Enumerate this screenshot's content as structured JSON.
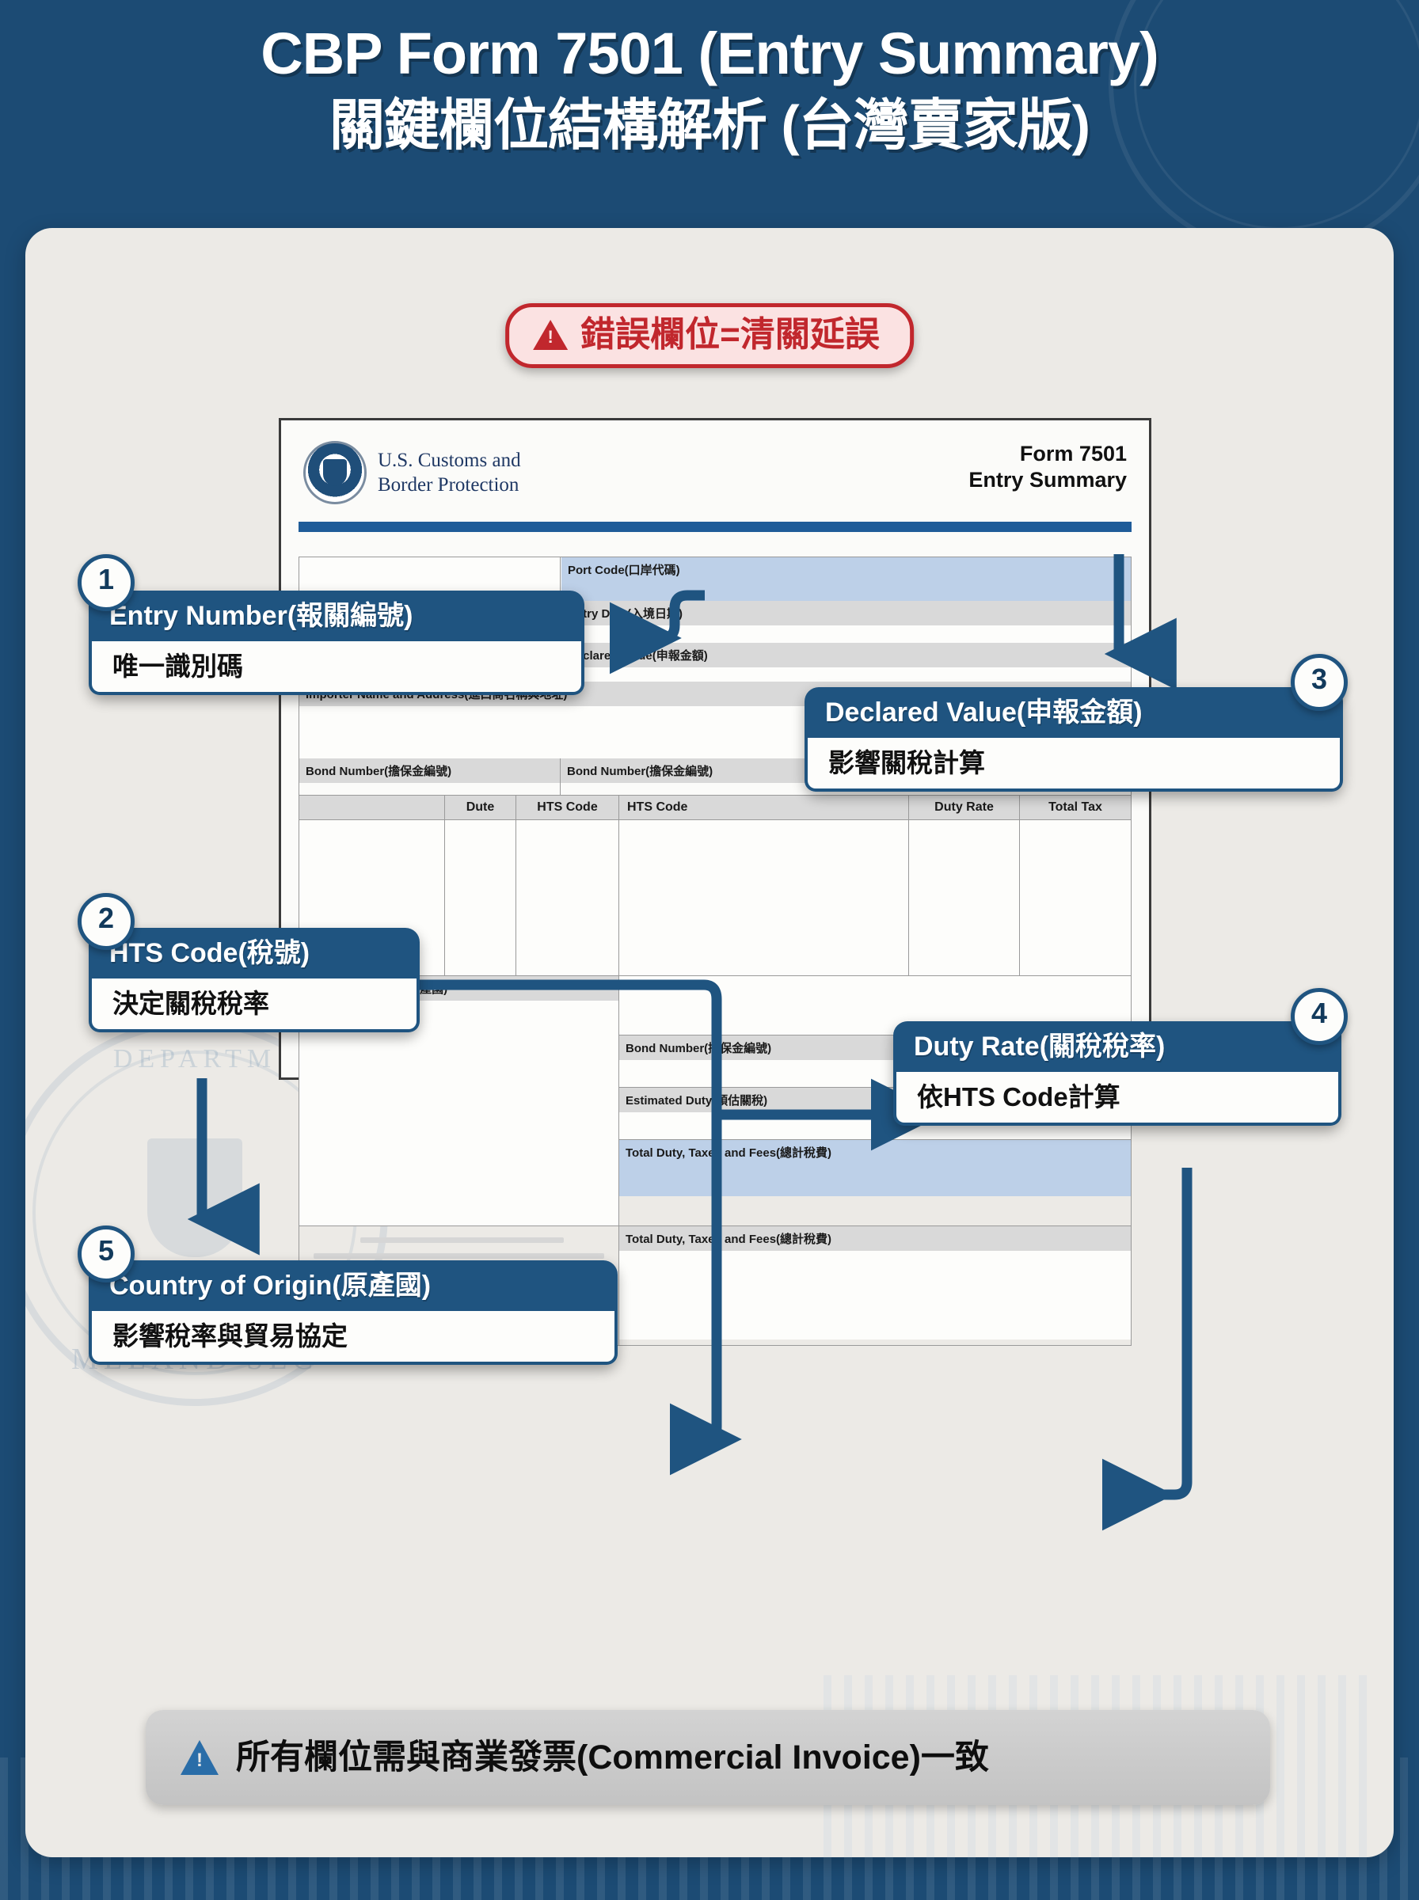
{
  "header": {
    "title_line1": "CBP Form 7501 (Entry Summary)",
    "title_line2": "關鍵欄位結構解析 (台灣賣家版)"
  },
  "warning_pill": {
    "icon": "warning-triangle-icon",
    "text": "錯誤欄位=清關延誤",
    "color": "#c1272d",
    "background": "#fbe2e2"
  },
  "form_sheet": {
    "agency_name": "U.S. Customs and\nBorder Protection",
    "agency_line1": "U.S. Customs and",
    "agency_line2": "Border Protection",
    "form_label_line1": "Form 7501",
    "form_label_line2": "Entry Summary",
    "seal_icon": "cbp-seal-icon",
    "fields": {
      "port_code": "Port Code(口岸代碼)",
      "entry_date": "Entry Date(入境日期)",
      "declared_value": "Declared Value(申報金額)",
      "importer": "Importer Name and Address(進口商名稱與地址)",
      "bond_number_left": "Bond Number(擔保金編號)",
      "bond_number_right": "Bond Number(擔保金編號)",
      "country_of_origin": "Country of Origin(原產國)",
      "bond_number_lower": "Bond Number(擔保金編號)",
      "estimated_duty": "Estimated Duty(預估關稅)",
      "total_duty_1": "Total Duty, Taxes and Fees(總計稅費)",
      "total_duty_2": "Total Duty, Taxes and Fees(總計稅費)"
    },
    "table_headers": [
      "Dute",
      "HTS Code",
      "HTS Code",
      "Duty Rate",
      "Total Tax"
    ],
    "highlight_color": "#bdd0e8"
  },
  "callouts": [
    {
      "number": "1",
      "title": "Entry Number(報關編號)",
      "desc": "唯一識別碼"
    },
    {
      "number": "2",
      "title": "HTS Code(稅號)",
      "desc": "決定關稅稅率"
    },
    {
      "number": "3",
      "title": "Declared Value(申報金額)",
      "desc": "影響關稅計算"
    },
    {
      "number": "4",
      "title": "Duty Rate(關稅稅率)",
      "desc": "依HTS Code計算"
    },
    {
      "number": "5",
      "title": "Country of Origin(原產國)",
      "desc": "影響稅率與貿易協定"
    }
  ],
  "footer": {
    "icon": "info-triangle-icon",
    "text": "所有欄位需與商業發票(Commercial Invoice)一致"
  },
  "theme": {
    "background": "#1c4b74",
    "panel": "#eceae6",
    "accent": "#1f5480",
    "warning": "#c1272d"
  },
  "watermark": {
    "seal_top": "HOMELAND SECURITY",
    "seal_bottom": "MELAND SEC",
    "seal_upper": "DEPARTM"
  }
}
